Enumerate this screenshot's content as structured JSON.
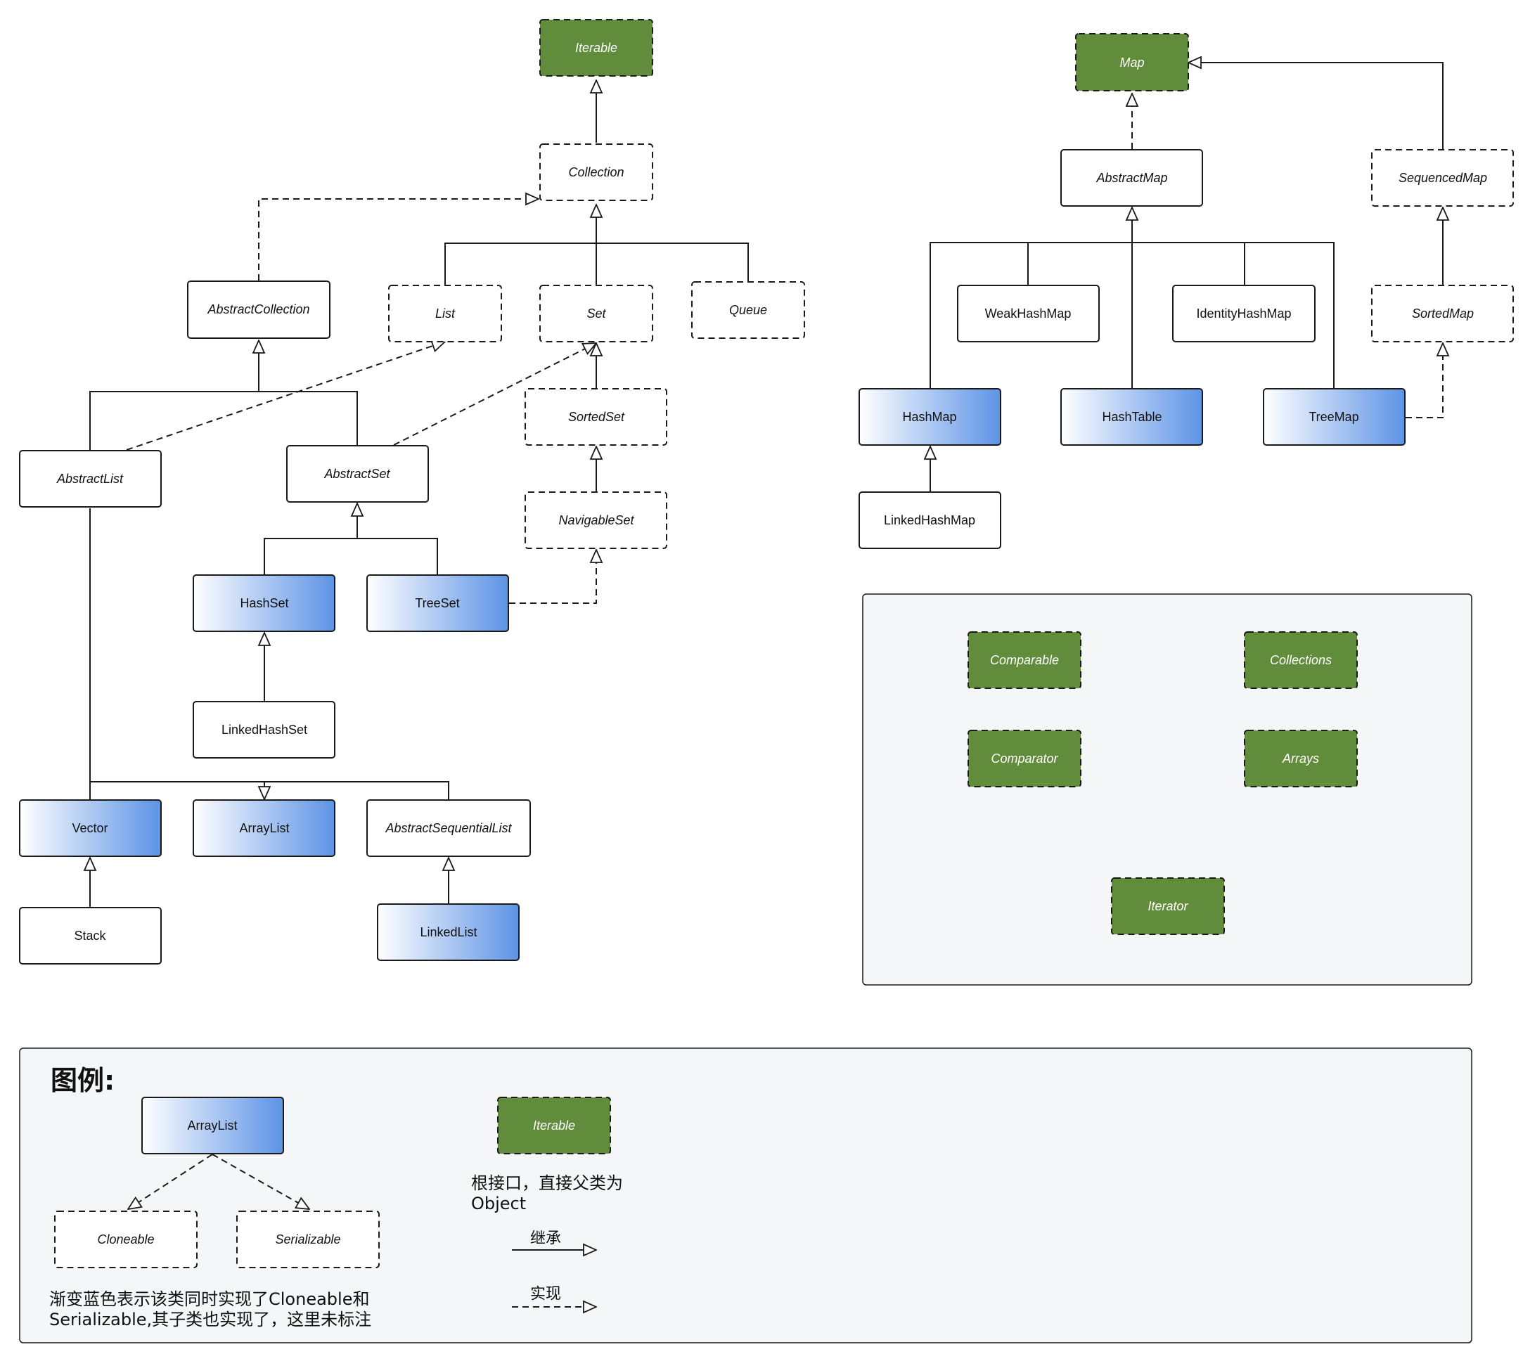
{
  "colors": {
    "interface_green": "#618c3c",
    "gradient_blue_start": "#ffffff",
    "gradient_blue_end": "#5d93e6",
    "panel_fill": "#f4f6f7",
    "stroke": "#1a1a1a"
  },
  "nodes": {
    "iterable": "Iterable",
    "collection": "Collection",
    "abstract_collection": "AbstractCollection",
    "list": "List",
    "set": "Set",
    "queue": "Queue",
    "abstract_list": "AbstractList",
    "abstract_set": "AbstractSet",
    "sorted_set": "SortedSet",
    "navigable_set": "NavigableSet",
    "hash_set": "HashSet",
    "tree_set": "TreeSet",
    "linked_hash_set": "LinkedHashSet",
    "vector": "Vector",
    "array_list": "ArrayList",
    "abstract_sequential_list": "AbstractSequentialList",
    "stack": "Stack",
    "linked_list": "LinkedList",
    "map": "Map",
    "abstract_map": "AbstractMap",
    "sequenced_map": "SequencedMap",
    "weak_hash_map": "WeakHashMap",
    "identity_hash_map": "IdentityHashMap",
    "sorted_map": "SortedMap",
    "hash_map": "HashMap",
    "hash_table": "HashTable",
    "tree_map": "TreeMap",
    "linked_hash_map": "LinkedHashMap"
  },
  "utility_panel": {
    "comparable": "Comparable",
    "collections": "Collections",
    "comparator": "Comparator",
    "arrays": "Arrays",
    "iterator": "Iterator"
  },
  "legend": {
    "title": "图例:",
    "example_class": "ArrayList",
    "example_cloneable": "Cloneable",
    "example_serializable": "Serializable",
    "gradient_note_line1": "渐变蓝色表示该类同时实现了Cloneable和",
    "gradient_note_line2": "Serializable,其子类也实现了，这里未标注",
    "root_example": "Iterable",
    "root_note_line1": "根接口，直接父类为",
    "root_note_line2": "Object",
    "inherit_label": "继承",
    "implement_label": "实现"
  }
}
